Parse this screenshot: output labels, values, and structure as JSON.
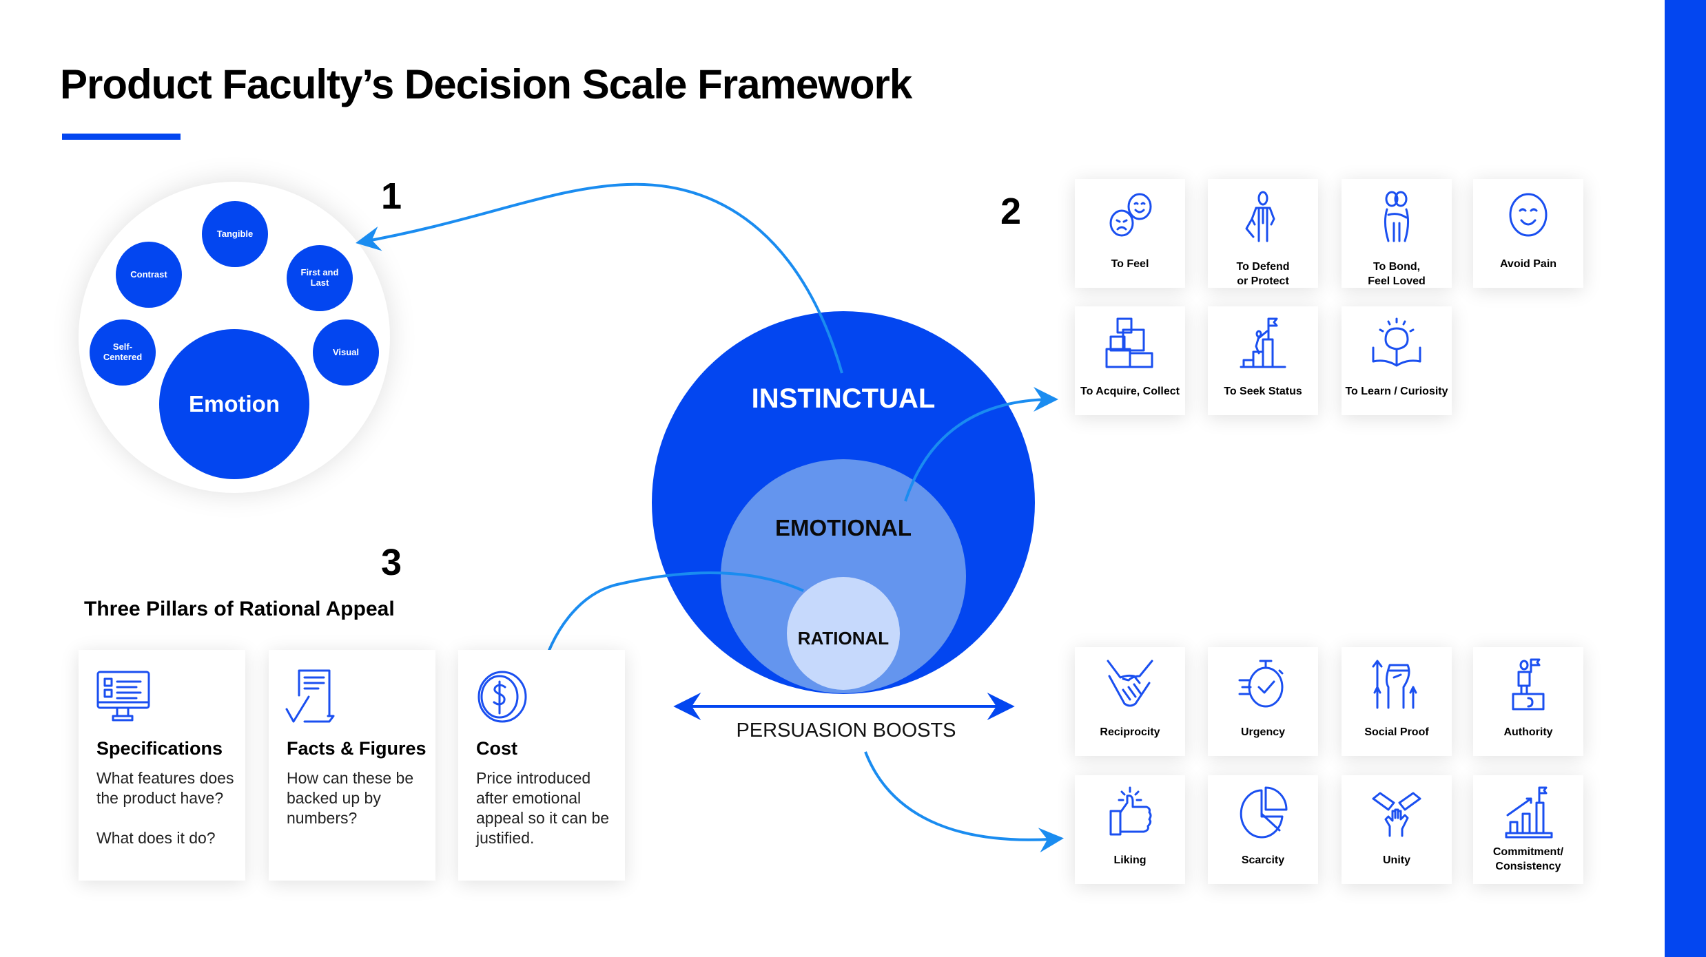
{
  "title": "Product Faculty’s Decision Scale Framework",
  "colors": {
    "accent": "#0346f0",
    "instinctual": "#0346f0",
    "emotional": "#6495ee",
    "rational": "#c6d9fc",
    "arrow": "#1a8cf0"
  },
  "section_numbers": [
    "1",
    "2",
    "3"
  ],
  "emotion_cluster": {
    "center_label": "Emotion",
    "bubbles": [
      "Tangible",
      "Contrast",
      "First and Last",
      "Self-Centered",
      "Visual"
    ]
  },
  "levels": {
    "instinctual": "INSTINCTUAL",
    "emotional": "EMOTIONAL",
    "rational": "RATIONAL",
    "persuasion": "PERSUASION BOOSTS"
  },
  "instincts": [
    {
      "label": "To Feel",
      "icon": "faces-icon"
    },
    {
      "label": "To Defend\nor Protect",
      "icon": "hero-icon"
    },
    {
      "label": "To Bond,\nFeel Loved",
      "icon": "hug-icon"
    },
    {
      "label": "Avoid Pain",
      "icon": "smile-icon"
    },
    {
      "label": "To Acquire, Collect",
      "icon": "boxes-icon"
    },
    {
      "label": "To Seek Status",
      "icon": "summit-flag-icon"
    },
    {
      "label": "To Learn / Curiosity",
      "icon": "brain-book-icon"
    }
  ],
  "pillars": {
    "heading": "Three Pillars of Rational Appeal",
    "items": [
      {
        "title": "Specifications",
        "desc": "What features does the product have?\n\nWhat does it do?",
        "icon": "monitor-checklist-icon"
      },
      {
        "title": "Facts & Figures",
        "desc": "How can these be backed up by numbers?",
        "icon": "document-check-icon"
      },
      {
        "title": "Cost",
        "desc": "Price introduced after emotional appeal so it can be justified.",
        "icon": "coin-icon"
      }
    ]
  },
  "boosts": [
    {
      "label": "Reciprocity",
      "icon": "handshake-icon"
    },
    {
      "label": "Urgency",
      "icon": "stopwatch-icon"
    },
    {
      "label": "Social Proof",
      "icon": "raised-fist-icon"
    },
    {
      "label": "Authority",
      "icon": "podium-flag-icon"
    },
    {
      "label": "Liking",
      "icon": "thumbs-up-icon"
    },
    {
      "label": "Scarcity",
      "icon": "pie-chart-icon"
    },
    {
      "label": "Unity",
      "icon": "hands-together-icon"
    },
    {
      "label": "Commitment/\nConsistency",
      "icon": "growth-chart-icon"
    }
  ]
}
